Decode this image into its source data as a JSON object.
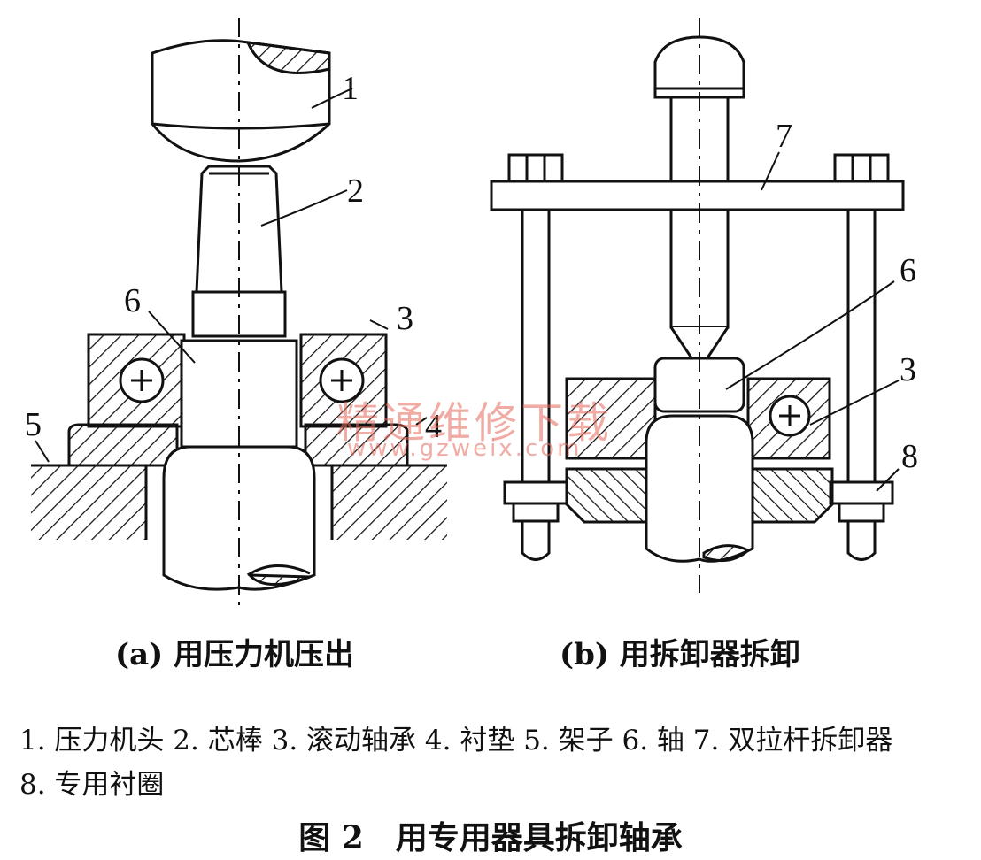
{
  "diagram": {
    "callouts_a": [
      "1",
      "2",
      "3",
      "4",
      "5",
      "6"
    ],
    "callouts_b": [
      "7",
      "6",
      "3",
      "8"
    ]
  },
  "captions": {
    "a": "(a) 用压力机压出",
    "b": "(b) 用拆卸器拆卸"
  },
  "legend": {
    "items": [
      "1. 压力机头",
      "2. 芯棒",
      "3. 滚动轴承",
      "4. 衬垫",
      "5. 架子",
      "6. 轴",
      "7. 双拉杆拆卸器",
      "8. 专用衬圈"
    ]
  },
  "figure_title": "图 2　用专用器具拆卸轴承",
  "watermark": {
    "text": "精通维修下载",
    "url": "www.gzweix.com"
  },
  "colors": {
    "line": "#111111",
    "watermark": "#e46a5a"
  }
}
